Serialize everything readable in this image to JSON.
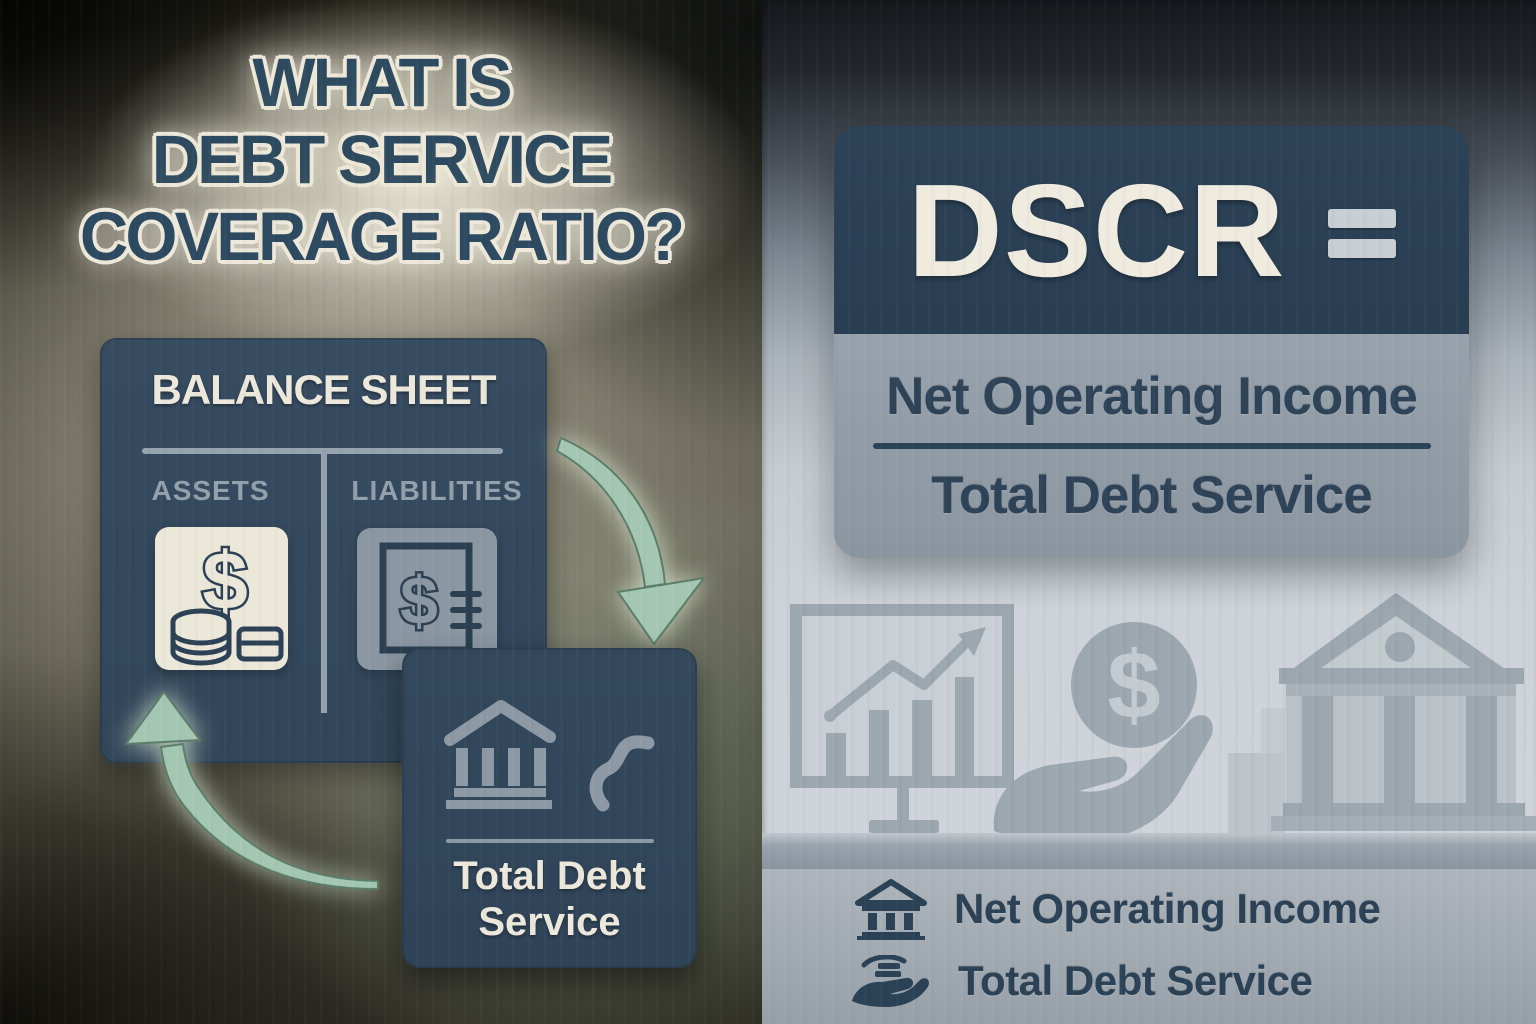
{
  "symbols": {
    "dollar": "$"
  },
  "title": {
    "lines": [
      "WHAT IS",
      "DEBT SERVICE",
      "COVERAGE RATIO?"
    ]
  },
  "balance_sheet": {
    "heading": "BALANCE SHEET",
    "left_column": "ASSETS",
    "right_column": "LIABILITIES"
  },
  "total_debt_card": {
    "line1": "Total Debt",
    "line2": "Service"
  },
  "formula": {
    "acronym": "DSCR",
    "numerator": "Net Operating Income",
    "denominator": "Total Debt Service"
  },
  "legend": {
    "items": [
      {
        "icon": "bank-icon",
        "label": "Net Operating Income"
      },
      {
        "icon": "hand-coins-icon",
        "label": "Total Debt Service"
      }
    ]
  },
  "illustrations": [
    "growth-chart-board",
    "dollar-coin-over-hand",
    "bank-building"
  ],
  "colors": {
    "card_slate": "#32475b",
    "cream": "#ece7d9",
    "arrow_green": "#a4c7b3",
    "formula_gray": "#97a1ab",
    "dark_text": "#2b4156",
    "light_panel": "#cdd3d8",
    "title_blue": "#2d4a60"
  }
}
